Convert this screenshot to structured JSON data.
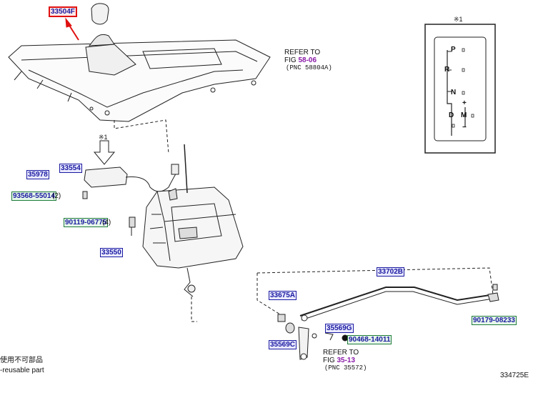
{
  "labels": {
    "shift_knob": "33504F",
    "lock_unit": "33554",
    "harness": "35978",
    "screw_a": "93568-55014",
    "screw_a_qty": "(2)",
    "bolt_a": "90119-06775",
    "bolt_a_qty": "(4)",
    "shift_lever": "33550",
    "cable": "33702B",
    "bushing": "33675A",
    "retainer": "35569G",
    "washer": "35569C",
    "pin": "90468-14011",
    "nut": "90179-08233"
  },
  "refer_top": {
    "line1": "REFER TO",
    "fig_prefix": "FIG ",
    "fig": "58-06",
    "pnc": "(PNC 58804A)"
  },
  "refer_bottom": {
    "line1": "REFER TO",
    "fig_prefix": "FIG ",
    "fig": "35-13",
    "pnc": "(PNC 35572)"
  },
  "note_mark_arrow": "※1",
  "note_mark_panel": "※1",
  "shift_pattern": {
    "positions": [
      "P",
      "R",
      "N",
      "D",
      "M"
    ],
    "plus": "+",
    "minus": "−"
  },
  "legend": {
    "jp": "使用不可部品",
    "en": "-reusable part"
  },
  "figure_id": "334725E"
}
